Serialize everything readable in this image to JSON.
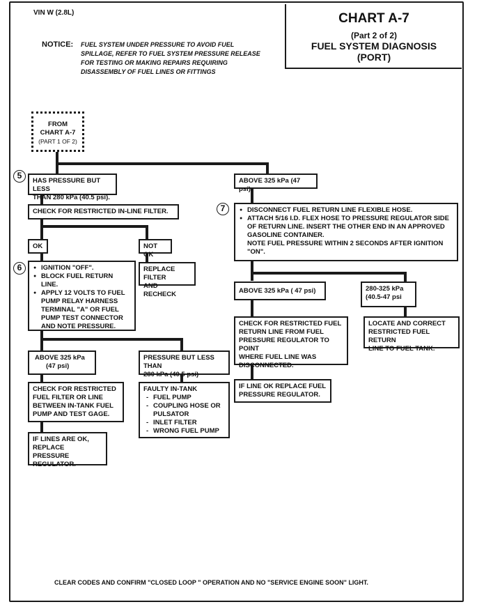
{
  "header": {
    "vin": "VIN W (2.8L)",
    "notice_label": "NOTICE:",
    "notice_lines": [
      "FUEL SYSTEM UNDER PRESSURE TO AVOID FUEL",
      "SPILLAGE, REFER TO FUEL SYSTEM PRESSURE RELEASE",
      "FOR TESTING OR MAKING REPAIRS REQUIRING",
      "DISASSEMBLY OF FUEL LINES OR FITTINGS"
    ],
    "chart_title": "CHART A-7",
    "part": "(Part 2 of 2)",
    "subtitle1": "FUEL SYSTEM DIAGNOSIS",
    "subtitle2": "(PORT)"
  },
  "from_box": {
    "l1": "FROM",
    "l2": "CHART A-7",
    "l3": "(PART 1 OF 2)"
  },
  "markers": {
    "m5": "5",
    "m6": "6",
    "m7": "7"
  },
  "nodes": {
    "has_pressure": [
      "HAS PRESSURE BUT LESS",
      "THAN 280 kPa (40.5 psi)."
    ],
    "above325_top": "ABOVE 325 kPa (47 psi).",
    "check_filter": "CHECK FOR RESTRICTED IN-LINE FILTER.",
    "ok": "OK",
    "not_ok": "NOT OK",
    "ignition_steps": [
      "IGNITION \"OFF\".",
      "BLOCK FUEL RETURN LINE.",
      "APPLY 12 VOLTS TO FUEL PUMP RELAY HARNESS TERMINAL \"A\" OR FUEL PUMP TEST CONNECTOR AND NOTE PRESSURE."
    ],
    "replace_filter": [
      "REPLACE FILTER",
      "AND RECHECK"
    ],
    "disconnect_steps": [
      "DISCONNECT FUEL RETURN LINE FLEXIBLE HOSE.",
      "ATTACH 5/16 I.D. FLEX HOSE TO PRESSURE REGULATOR SIDE OF RETURN LINE. INSERT THE OTHER END IN AN APPROVED GASOLINE CONTAINER."
    ],
    "disconnect_note": "NOTE FUEL PRESSURE WITHIN 2 SECONDS AFTER IGNITION \"ON\".",
    "above325_left": [
      "ABOVE 325 kPa",
      "(47 psi)"
    ],
    "pressure_less": [
      "PRESSURE BUT LESS THAN",
      "280 kPa (40.5 psi)"
    ],
    "above325_right": "ABOVE 325 kPa ( 47 psi)",
    "range_280_325": [
      "280-325 kPa",
      "(40.5-47 psi"
    ],
    "check_restricted_filter": [
      "CHECK FOR RESTRICTED",
      "FUEL FILTER OR LINE",
      "BETWEEN IN-TANK FUEL",
      "PUMP AND TEST GAGE."
    ],
    "faulty_title": "FAULTY IN-TANK",
    "faulty_items": [
      "FUEL PUMP",
      "COUPLING HOSE OR PULSATOR",
      "INLET FILTER",
      "WRONG FUEL PUMP"
    ],
    "check_return_line": [
      "CHECK FOR RESTRICTED FUEL",
      "RETURN LINE FROM FUEL",
      "PRESSURE REGULATOR TO POINT",
      "WHERE FUEL LINE WAS",
      "DISCONNECTED."
    ],
    "locate_correct": [
      "LOCATE AND CORRECT",
      "RESTRICTED FUEL RETURN",
      "LINE TO FUEL TANK."
    ],
    "if_lines_ok": [
      "IF LINES ARE OK,",
      "REPLACE PRESSURE",
      "REGULATOR."
    ],
    "if_line_ok_replace": [
      "IF LINE OK REPLACE FUEL",
      "PRESSURE REGULATOR."
    ]
  },
  "footer": "CLEAR CODES AND CONFIRM \"CLOSED LOOP \" OPERATION AND NO \"SERVICE ENGINE SOON\" LIGHT."
}
